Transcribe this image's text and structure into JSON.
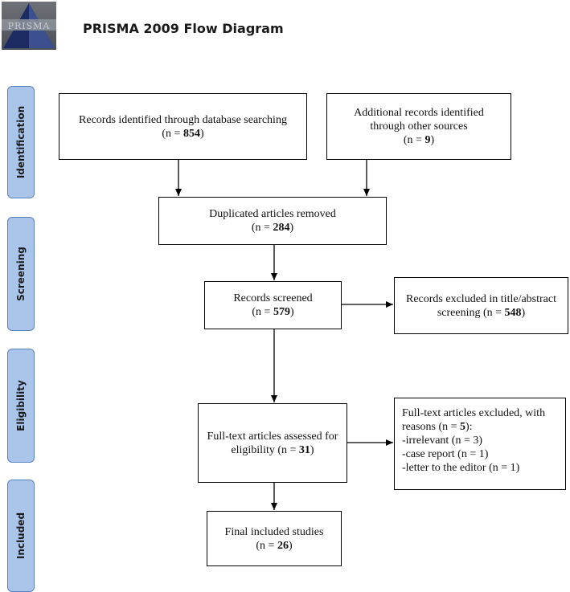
{
  "title": "PRISMA 2009 Flow Diagram",
  "logo_text": "PRISMA",
  "phases": [
    "Identification",
    "Screening",
    "Eligibility",
    "Included"
  ],
  "boxes": {
    "db_search": {
      "line1": "Records identified through database searching",
      "n_prefix": "(n = ",
      "n": "854",
      "n_suffix": ")"
    },
    "other_sources": {
      "line1": "Additional records identified",
      "line2": "through other sources",
      "n_prefix": "(n = ",
      "n": "9",
      "n_suffix": ")"
    },
    "duplicates": {
      "line1": "Duplicated articles removed",
      "n_prefix": "(n = ",
      "n": "284",
      "n_suffix": ")"
    },
    "screened": {
      "line1": "Records screened",
      "n_prefix": "(n = ",
      "n": "579",
      "n_suffix": ")"
    },
    "excluded_ta": {
      "line1": "Records excluded in title/abstract",
      "line2_prefix": "screening (n = ",
      "n": "548",
      "n_suffix": ")"
    },
    "fulltext": {
      "line1": "Full-text articles assessed for",
      "line2_prefix": "eligibility (n = ",
      "n": "31",
      "n_suffix": ")"
    },
    "ft_excluded": {
      "line1": "Full-text articles excluded, with",
      "line2_prefix": "reasons (n = ",
      "n": "5",
      "n_suffix": "):",
      "reasons": [
        "-irrelevant (n = 3)",
        "-case report (n = 1)",
        "-letter to the editor (n = 1)"
      ]
    },
    "included": {
      "line1": "Final included studies",
      "n_prefix": "(n = ",
      "n": "26",
      "n_suffix": ")"
    }
  }
}
